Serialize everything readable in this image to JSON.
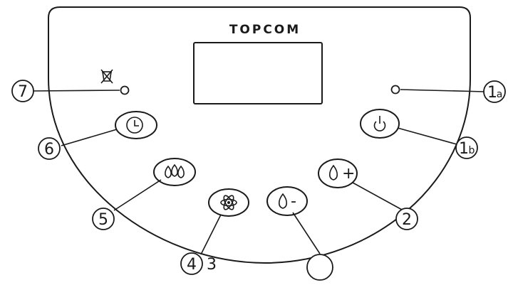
{
  "brand": {
    "logo_text": "TOPCOM"
  },
  "display": {
    "text": ""
  },
  "callouts": {
    "c7": {
      "number": "7",
      "suffix": ""
    },
    "c6": {
      "number": "6",
      "suffix": ""
    },
    "c5": {
      "number": "5",
      "suffix": ""
    },
    "c4": {
      "number": "4",
      "suffix": ""
    },
    "c3": {
      "number": "3",
      "suffix": ""
    },
    "c2": {
      "number": "2",
      "suffix": ""
    },
    "c1a": {
      "number": "1",
      "suffix": "a"
    },
    "c1b": {
      "number": "1",
      "suffix": "b"
    },
    "cblank": {
      "number": "",
      "suffix": ""
    }
  },
  "controls": {
    "power": {
      "icon": "power-icon"
    },
    "timer": {
      "icon": "clock-icon"
    },
    "mode": {
      "icon": "water-drops-icon"
    },
    "ion": {
      "icon": "atom-icon"
    },
    "humidity_up": {
      "icon": "water-drop-plus-icon",
      "sign": "+"
    },
    "humidity_down": {
      "icon": "water-drop-minus-icon",
      "sign": "-"
    },
    "tank_full_indicator": {
      "icon": "water-tank-crossed-icon"
    }
  }
}
